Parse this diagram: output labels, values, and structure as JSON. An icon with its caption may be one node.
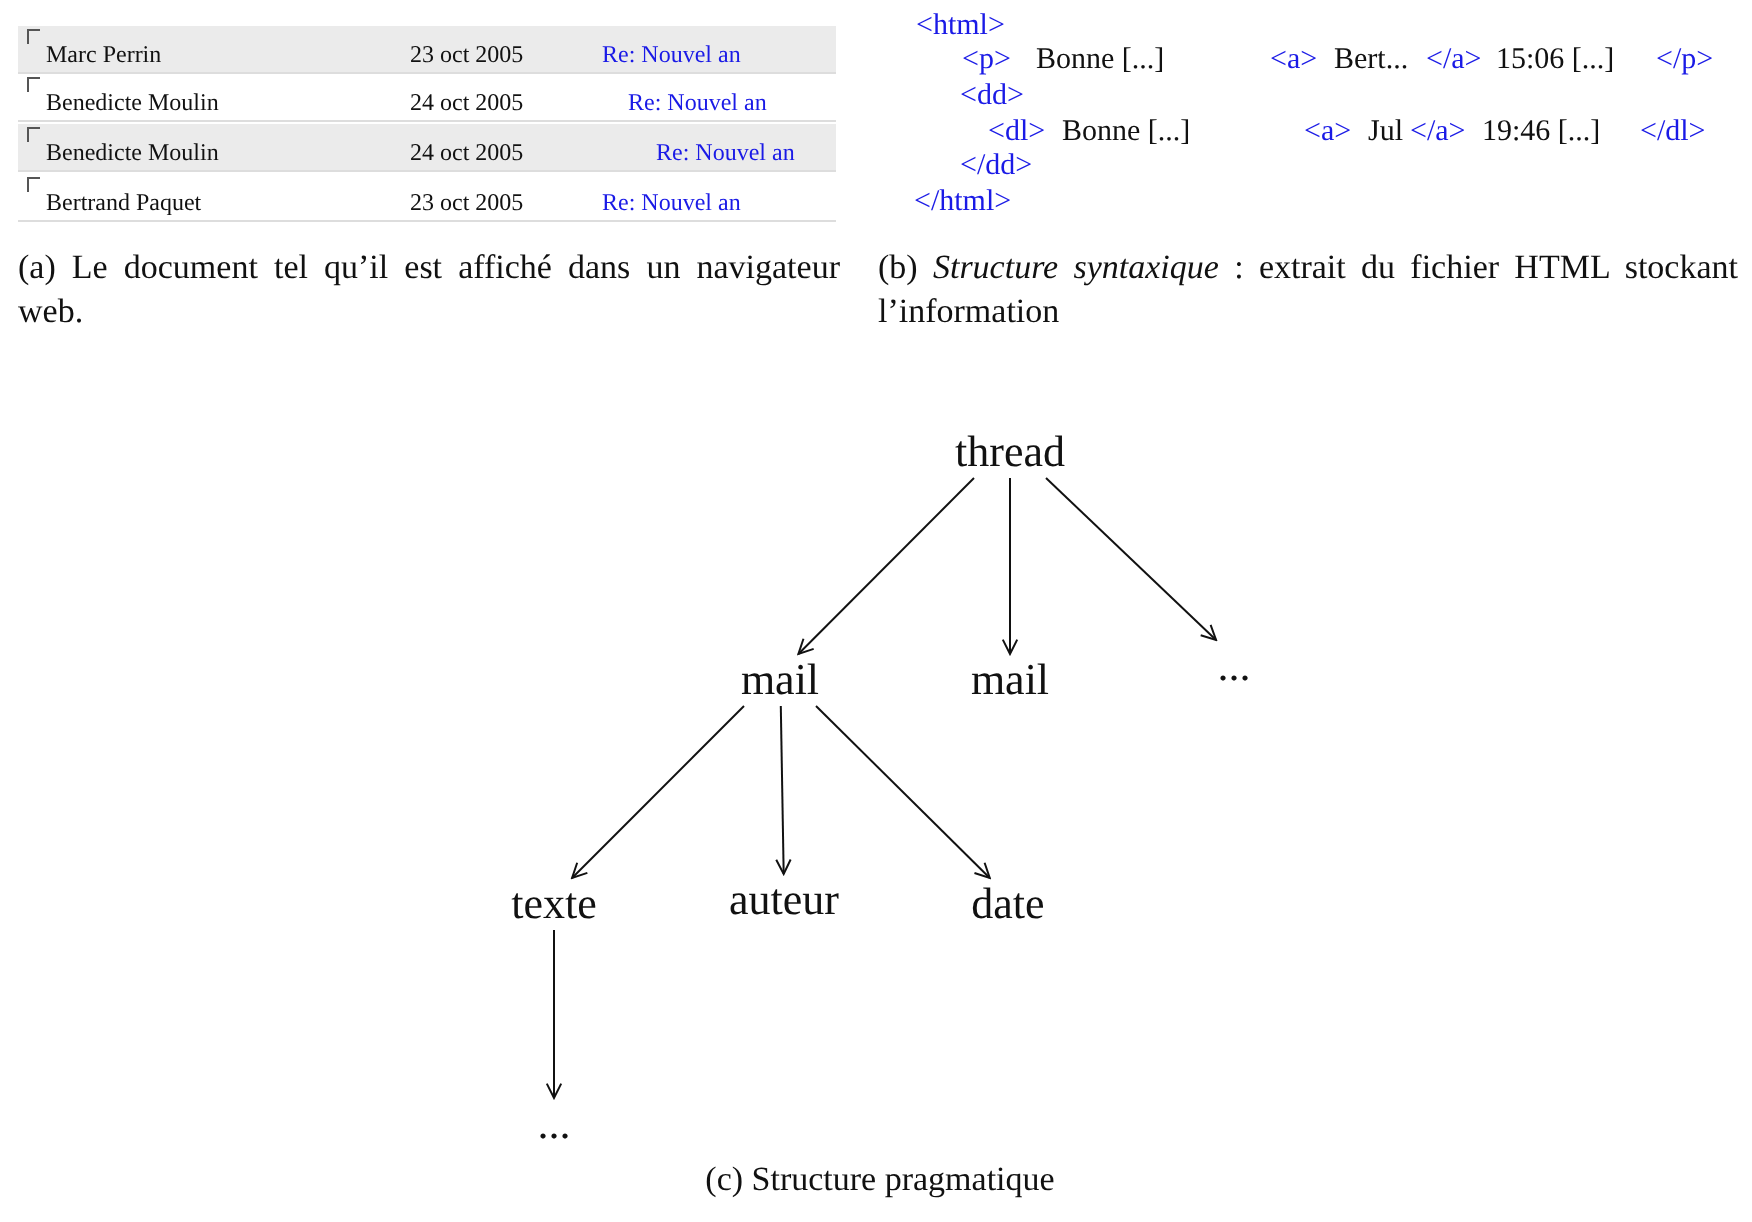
{
  "diagram": {
    "nodes": [
      {
        "text": [
          "thread"
        ]
      },
      {
        "text": [
          "mail"
        ]
      },
      {
        "text": [
          "mail"
        ]
      },
      {
        "text": [
          "..."
        ]
      },
      {
        "text": [
          "texte"
        ]
      },
      {
        "text": [
          "auteur"
        ]
      },
      {
        "text": [
          "date"
        ]
      },
      {
        "text": [
          "..."
        ]
      }
    ],
    "edges": [
      {
        "from": 0,
        "to": 1,
        "arrow": "to"
      },
      {
        "from": 0,
        "to": 2,
        "arrow": "to"
      },
      {
        "from": 0,
        "to": 3,
        "arrow": "to"
      },
      {
        "from": 1,
        "to": 4,
        "arrow": "to"
      },
      {
        "from": 1,
        "to": 5,
        "arrow": "to"
      },
      {
        "from": 1,
        "to": 6,
        "arrow": "to"
      },
      {
        "from": 4,
        "to": 7,
        "arrow": "to"
      }
    ],
    "labels": [
      "Marc Perrin",
      "23 oct 2005",
      "Re: Nouvel an",
      "Benedicte Moulin",
      "24 oct 2005",
      "Re: Nouvel an",
      "Benedicte Moulin",
      "24 oct 2005",
      "Re: Nouvel an",
      "Bertrand Paquet",
      "23 oct 2005",
      "Re: Nouvel an",
      "<html>",
      "<p>",
      "Bonne [...]",
      "<a>",
      "Bert...",
      "</a>",
      "15:06 [...]",
      "</p>",
      "<dd>",
      "<dl>",
      "Bonne [...]",
      "<a>",
      "Jul",
      "</a>",
      "19:46 [...]",
      "</dl>",
      "</dd>",
      "</html>",
      "(a) Le document tel qu’il est affiché dans un navigateur web.",
      "(b) *Structure syntaxique* : extrait du fichier HTML stockant l’information",
      "(c) Structure pragmatique"
    ]
  }
}
